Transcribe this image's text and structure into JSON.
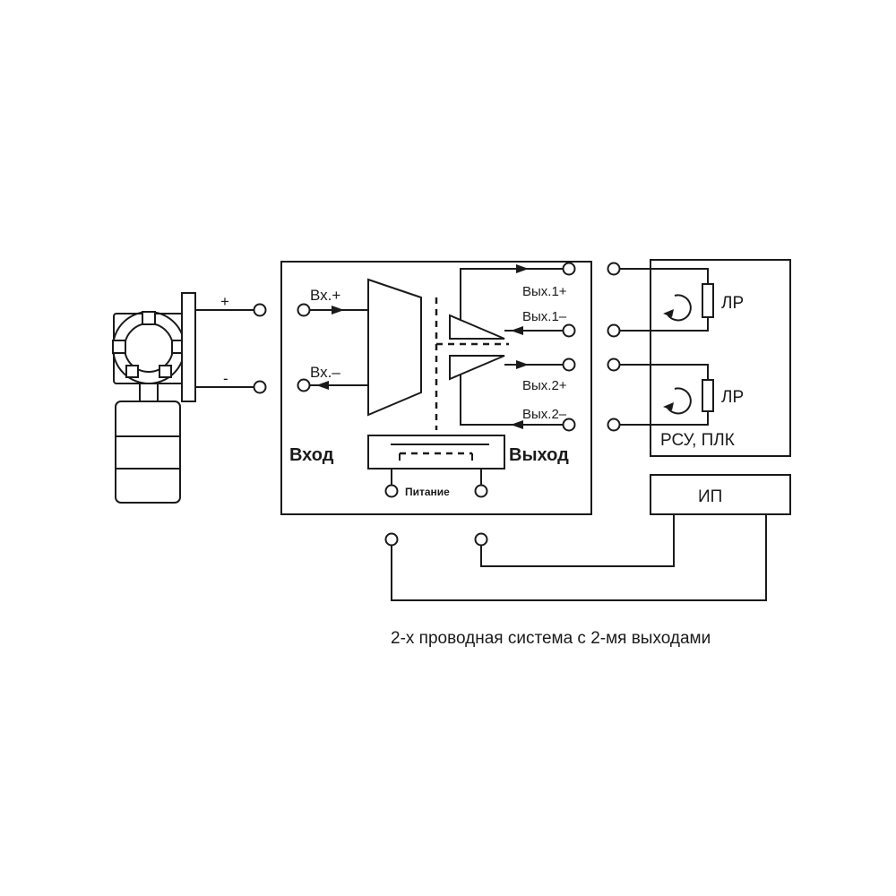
{
  "labels": {
    "sensor_plus": "+",
    "sensor_minus": "-",
    "in_plus": "Вх.+",
    "in_minus": "Вх.–",
    "out1_plus": "Вых.1+",
    "out1_minus": "Вых.1–",
    "out2_plus": "Вых.2+",
    "out2_minus": "Вых.2–",
    "input_section": "Вход",
    "output_section": "Выход",
    "power": "Питание",
    "load1": "ЛР",
    "load2": "ЛР",
    "dcs_plc": "РСУ, ПЛК",
    "power_supply": "ИП",
    "caption": "2-х проводная система с 2-мя выходами"
  }
}
